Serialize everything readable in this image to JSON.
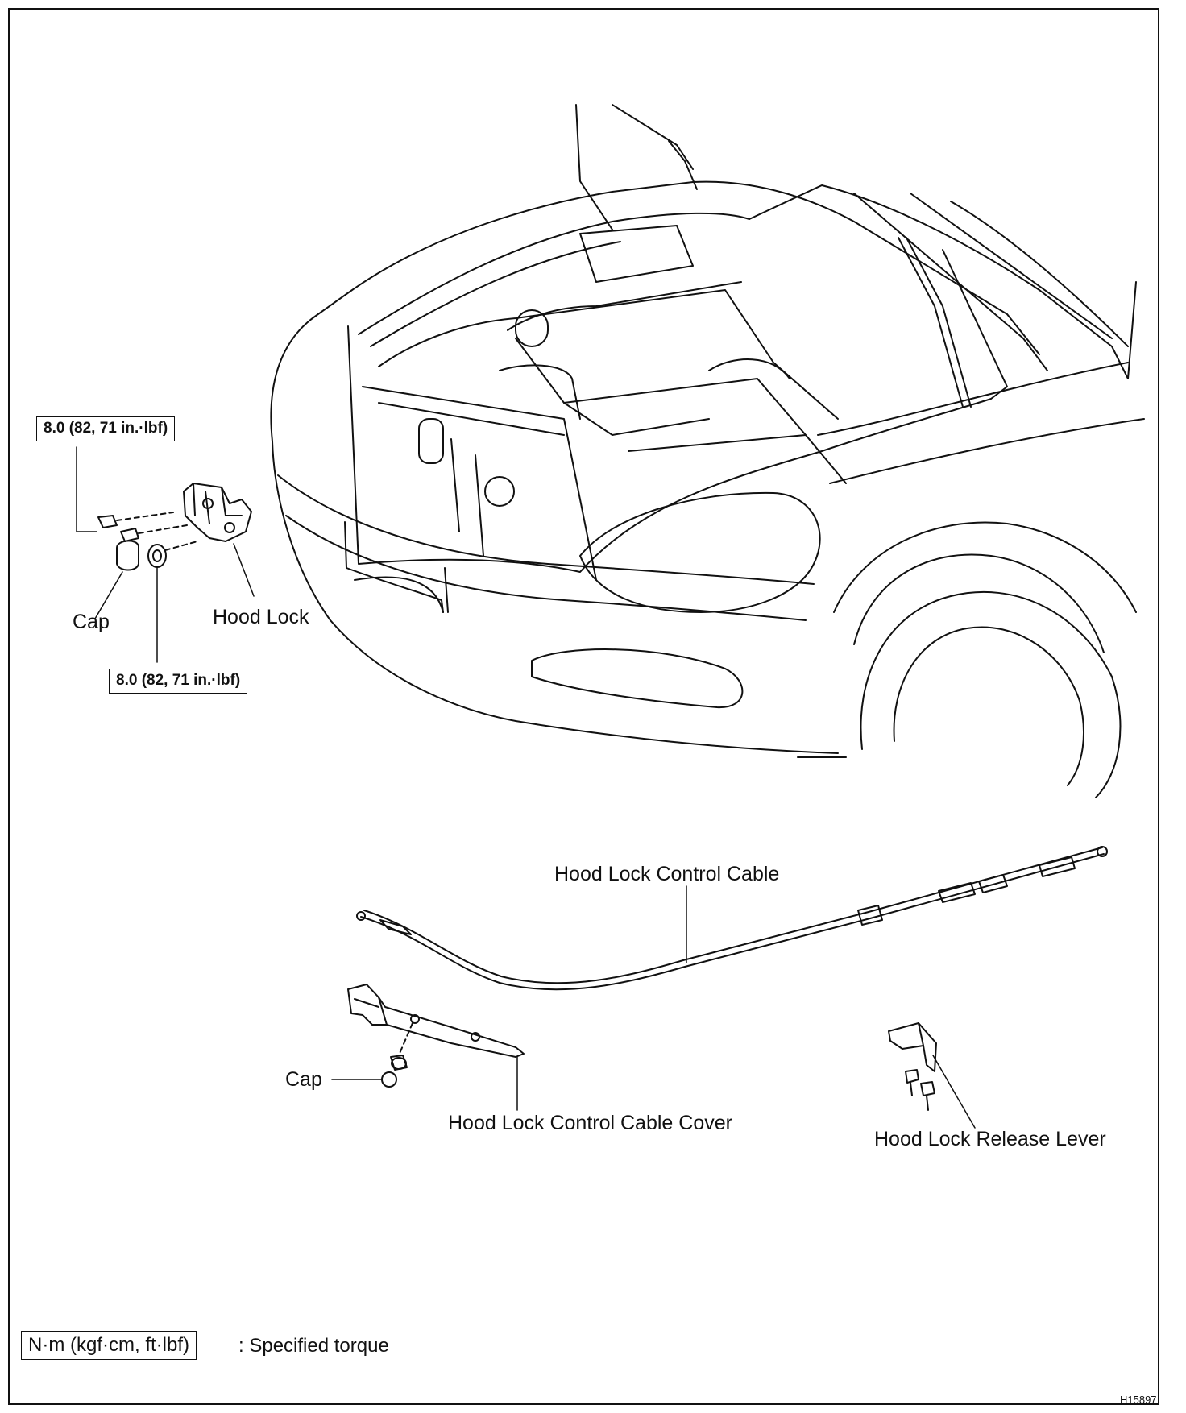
{
  "labels": {
    "torque_top": "8.0 (82, 71 in.·lbf)",
    "torque_bottom": "8.0 (82, 71 in.·lbf)",
    "cap_top": "Cap",
    "hood_lock": "Hood Lock",
    "hood_lock_control_cable": "Hood Lock Control Cable",
    "cap_bottom": "Cap",
    "hood_lock_control_cable_cover": "Hood Lock Control Cable Cover",
    "hood_lock_release_lever": "Hood Lock Release Lever"
  },
  "legend": {
    "unit_box": "N·m (kgf·cm, ft·lbf)",
    "description": ": Specified torque"
  },
  "figure_code": "H15897"
}
